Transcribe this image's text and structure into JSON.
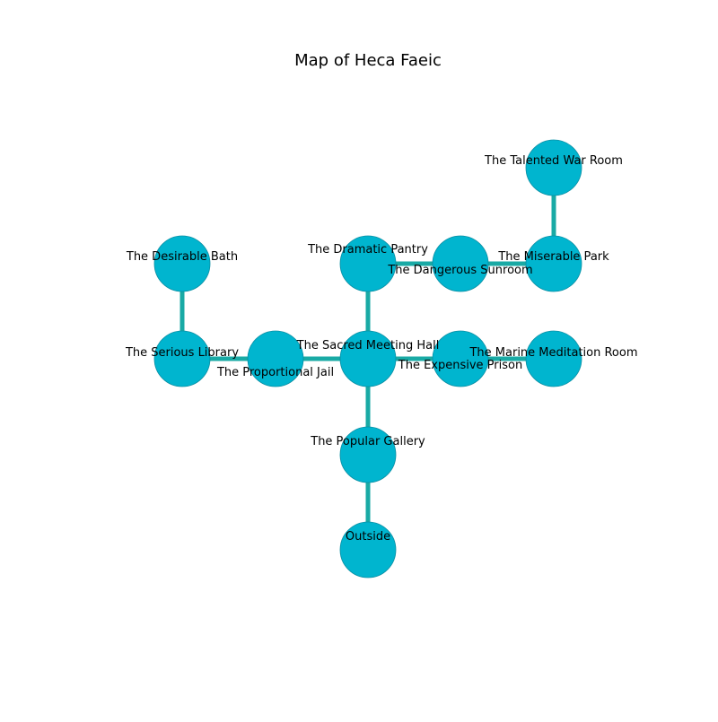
{
  "title": "Map of Heca Faeic",
  "colors": {
    "node_fill": "#00b5cf",
    "node_stroke": "#0a8ea3",
    "edge": "#19aaa5"
  },
  "rooms": [
    {
      "id": "talented_war_room",
      "label": "The Talented War Room"
    },
    {
      "id": "desirable_bath",
      "label": "The Desirable Bath"
    },
    {
      "id": "dramatic_pantry",
      "label": "The Dramatic Pantry"
    },
    {
      "id": "dangerous_sunroom",
      "label": "The Dangerous Sunroom"
    },
    {
      "id": "miserable_park",
      "label": "The Miserable Park"
    },
    {
      "id": "serious_library",
      "label": "The Serious Library"
    },
    {
      "id": "proportional_jail",
      "label": "The Proportional Jail"
    },
    {
      "id": "sacred_meeting_hall",
      "label": "The Sacred Meeting Hall"
    },
    {
      "id": "expensive_prison",
      "label": "The Expensive Prison"
    },
    {
      "id": "marine_meditation_room",
      "label": "The Marine Meditation Room"
    },
    {
      "id": "popular_gallery",
      "label": "The Popular Gallery"
    },
    {
      "id": "outside",
      "label": "Outside"
    }
  ],
  "connections": [
    [
      "talented_war_room",
      "miserable_park"
    ],
    [
      "miserable_park",
      "dangerous_sunroom"
    ],
    [
      "dangerous_sunroom",
      "dramatic_pantry"
    ],
    [
      "dramatic_pantry",
      "sacred_meeting_hall"
    ],
    [
      "desirable_bath",
      "serious_library"
    ],
    [
      "serious_library",
      "proportional_jail"
    ],
    [
      "proportional_jail",
      "sacred_meeting_hall"
    ],
    [
      "sacred_meeting_hall",
      "expensive_prison"
    ],
    [
      "expensive_prison",
      "marine_meditation_room"
    ],
    [
      "sacred_meeting_hall",
      "popular_gallery"
    ],
    [
      "popular_gallery",
      "outside"
    ]
  ]
}
